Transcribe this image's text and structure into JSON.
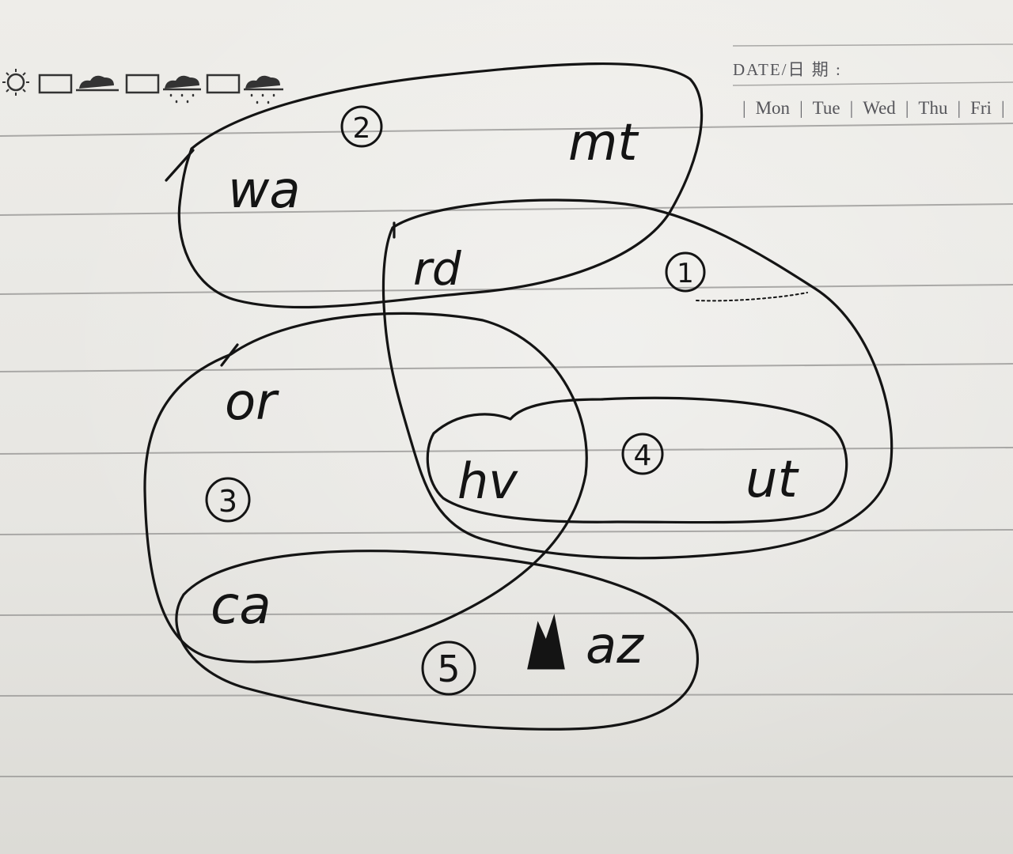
{
  "header": {
    "date_label": "DATE/日 期 :",
    "weekdays": [
      "Mon",
      "Tue",
      "Wed",
      "Thu",
      "Fri"
    ],
    "weather_icons": [
      "sun-icon",
      "cloud-icon",
      "rain-icon",
      "snow-icon"
    ]
  },
  "diagram": {
    "regions": [
      {
        "number": "①",
        "items": [
          "rd",
          "hv",
          "ut"
        ]
      },
      {
        "number": "②",
        "items": [
          "wa",
          "mt",
          "rd"
        ]
      },
      {
        "number": "③",
        "items": [
          "or",
          "hv",
          "ca"
        ]
      },
      {
        "number": "④",
        "items": [
          "hv",
          "ut"
        ]
      },
      {
        "number": "⑤",
        "items": [
          "ca",
          "az"
        ]
      }
    ],
    "labels": {
      "wa": "wa",
      "mt": "mt",
      "rd": "rd",
      "or": "or",
      "hv": "hv",
      "ut": "ut",
      "ca": "ca",
      "az": "az"
    },
    "numbers": {
      "n1": "1",
      "n2": "2",
      "n3": "3",
      "n4": "4",
      "n5": "5"
    }
  },
  "colors": {
    "ink": "#141414",
    "paper": "#e9e8e4",
    "rule_line": "#a9a8a6",
    "print": "#55555a"
  }
}
